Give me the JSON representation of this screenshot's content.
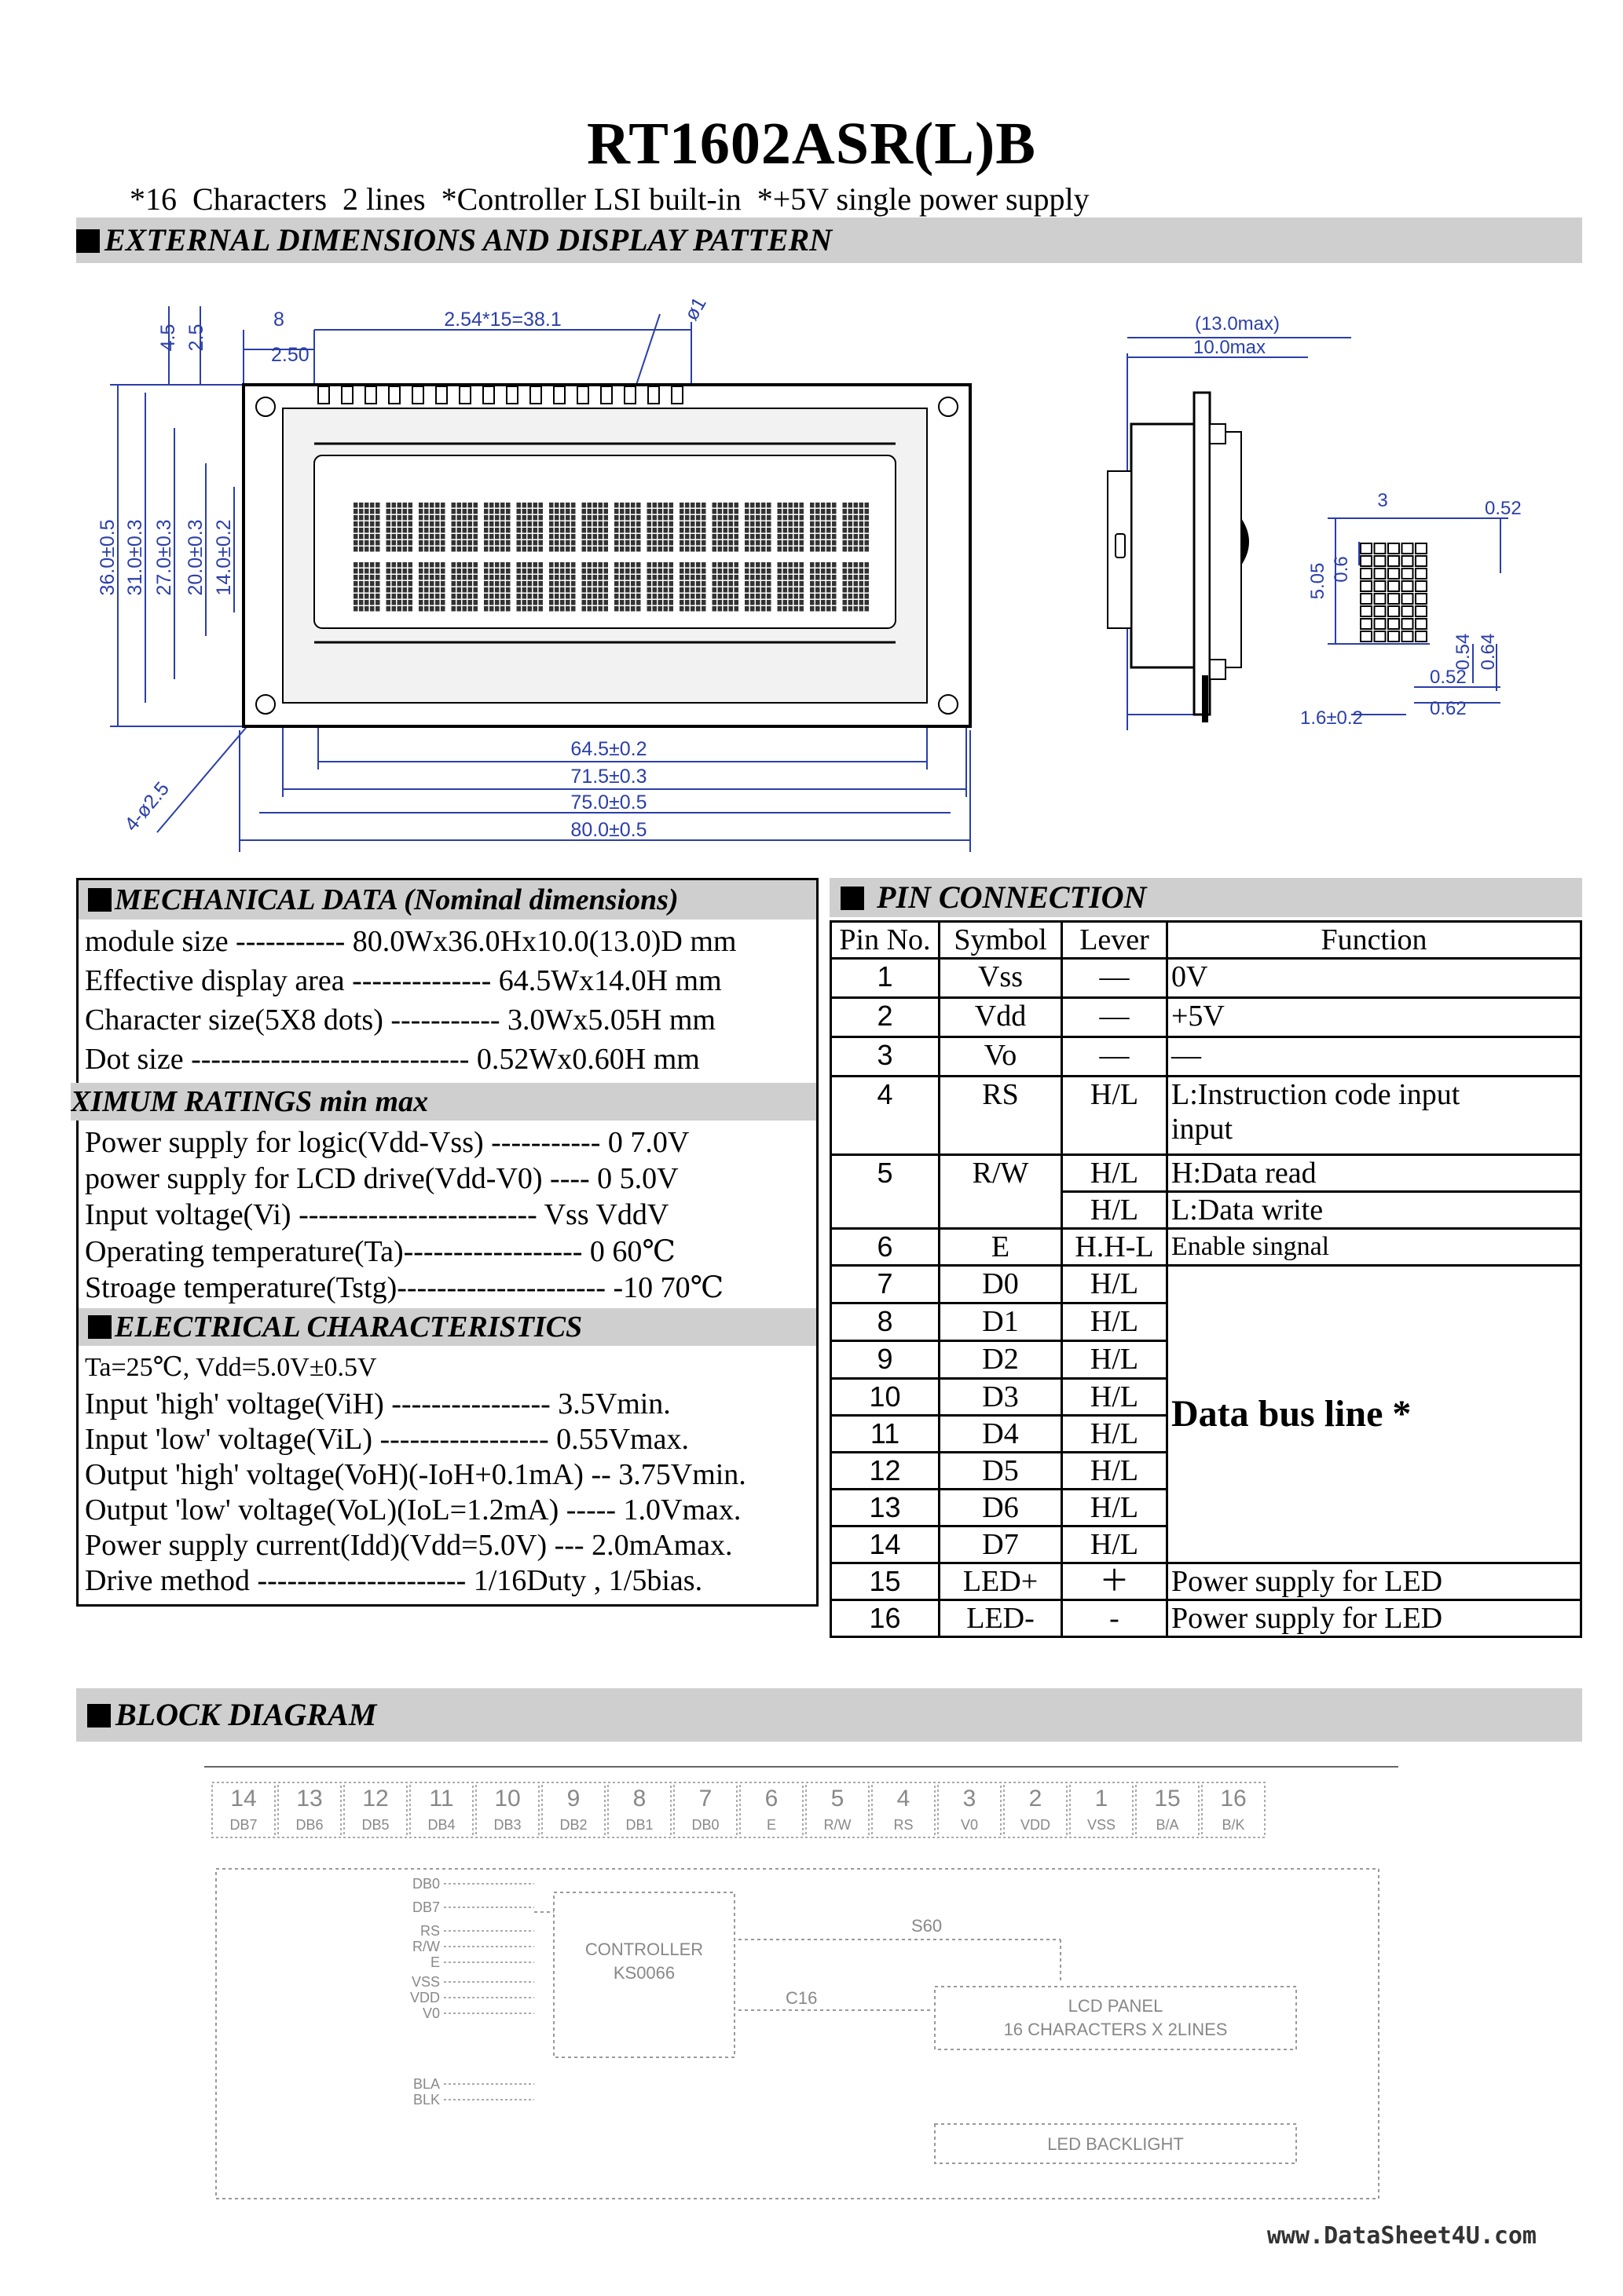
{
  "title": "RT1602ASR(L)B",
  "subtitle": "*16  Characters  2 lines  *Controller LSI built-in  *+5V single power supply",
  "sections": {
    "external": "EXTERNAL   DIMENSIONS  AND DISPLAY  PATTERN",
    "mechanical": "MECHANICAL  DATA  (Nominal  dimensions)",
    "pin": "PIN  CONNECTION",
    "block": "BLOCK  DIAGRAM"
  },
  "drawing": {
    "top": {
      "d1": "4.5",
      "d2": "2.5",
      "pin_offset": "8",
      "pitch": "2.54*15=38.1",
      "edge": "2.50",
      "hole": "ø1"
    },
    "left": [
      "36.0±0.5",
      "31.0±0.3",
      "27.0±0.3",
      "20.0±0.3",
      "14.0±0.2"
    ],
    "bottom": [
      "64.5±0.2",
      "71.5±0.3",
      "75.0±0.5",
      "80.0±0.5"
    ],
    "corner_hole": "4-ø2.5",
    "side": {
      "max13": "(13.0max)",
      "max10": "10.0max",
      "pin_len": "1.6±0.2"
    },
    "dot": {
      "w": "3",
      "d052a": "0.52",
      "h": "5.05",
      "d06": "0.6",
      "d054": "0.54",
      "d064": "0.64",
      "d052b": "0.52",
      "d062": "0.62"
    }
  },
  "mechanical": {
    "rows": [
      "module  size ----------- 80.0Wx36.0Hx10.0(13.0)D mm",
      "Effective  display  area -------------- 64.5Wx14.0H  mm",
      "Character size(5X8 dots) -----------   3.0Wx5.05H  mm",
      "Dot  size  ----------------------------  0.52Wx0.60H  mm"
    ],
    "ratings_title": "XIMUM RATINGS   min     max",
    "ratings": [
      "Power  supply for logic(Vdd-Vss)  -----------  0    7.0V",
      "power  supply for  LCD drive(Vdd-V0)  ----   0    5.0V",
      "Input  voltage(Vi)  ------------------------  Vss    VddV",
      "Operating   temperature(Ta)------------------   0    60℃",
      "Stroage  temperature(Tstg)--------------------- -10   70℃"
    ],
    "elec_title": "ELECTRICAL   CHARACTERISTICS",
    "elec": [
      "Ta=25℃,  Vdd=5.0V±0.5V",
      "Input  'high'    voltage(ViH)  ----------------    3.5Vmin.",
      "Input  'low'    voltage(ViL)  -----------------    0.55Vmax.",
      "Output 'high' voltage(VoH)(-IoH+0.1mA) -- 3.75Vmin.",
      "Output 'low' voltage(VoL)(IoL=1.2mA)  ----- 1.0Vmax.",
      "Power  supply current(Idd)(Vdd=5.0V)  --- 2.0mAmax.",
      "Drive  method  ---------------------     1/16Duty , 1/5bias."
    ]
  },
  "pin_table": {
    "headers": [
      "Pin No.",
      "Symbol",
      "Lever",
      "Function"
    ],
    "rows": [
      {
        "no": "1",
        "sym": "Vss",
        "lev": "—",
        "fn": "0V"
      },
      {
        "no": "2",
        "sym": "Vdd",
        "lev": "—",
        "fn": "+5V"
      },
      {
        "no": "3",
        "sym": "Vo",
        "lev": "—",
        "fn": "—"
      },
      {
        "no": "4",
        "sym": "RS",
        "lev": "H/L",
        "fn": "L:Instruction code input",
        "fn2": "input"
      },
      {
        "no": "5",
        "sym": "R/W",
        "lev": "H/L",
        "fn": "H:Data read",
        "lev2": "H/L",
        "fn2": "L:Data write"
      },
      {
        "no": "6",
        "sym": "E",
        "lev": "H.H-L",
        "fn": "Enable singnal"
      },
      {
        "no": "7",
        "sym": "D0",
        "lev": "H/L"
      },
      {
        "no": "8",
        "sym": "D1",
        "lev": "H/L"
      },
      {
        "no": "9",
        "sym": "D2",
        "lev": "H/L"
      },
      {
        "no": "10",
        "sym": "D3",
        "lev": "H/L"
      },
      {
        "no": "11",
        "sym": "D4",
        "lev": "H/L"
      },
      {
        "no": "12",
        "sym": "D5",
        "lev": "H/L"
      },
      {
        "no": "13",
        "sym": "D6",
        "lev": "H/L"
      },
      {
        "no": "14",
        "sym": "D7",
        "lev": "H/L"
      },
      {
        "no": "15",
        "sym": "LED+",
        "lev": "＋",
        "fn": "Power supply for LED"
      },
      {
        "no": "16",
        "sym": "LED-",
        "lev": "-",
        "fn": "Power supply for LED"
      }
    ],
    "data_bus": "Data  bus  line  *"
  },
  "block": {
    "pins": [
      "14",
      "13",
      "12",
      "11",
      "10",
      "9",
      "8",
      "7",
      "6",
      "5",
      "4",
      "3",
      "2",
      "1",
      "15",
      "16"
    ],
    "names": [
      "DB7",
      "DB6",
      "DB5",
      "DB4",
      "DB3",
      "DB2",
      "DB1",
      "DB0",
      "E",
      "R/W",
      "RS",
      "V0",
      "VDD",
      "VSS",
      "B/A",
      "B/K"
    ],
    "signals": [
      "DB0",
      "DB7",
      "RS",
      "R/W",
      "E",
      "VSS",
      "VDD",
      "V0",
      "BLA",
      "BLK"
    ],
    "controller": "CONTROLLER",
    "controller2": "KS0066",
    "seg": "S60",
    "com": "C16",
    "panel": "LCD PANEL",
    "panel2": "16 CHARACTERS X 2LINES",
    "backlight": "LED BACKLIGHT"
  },
  "watermark": "www.DataSheet4U.com"
}
